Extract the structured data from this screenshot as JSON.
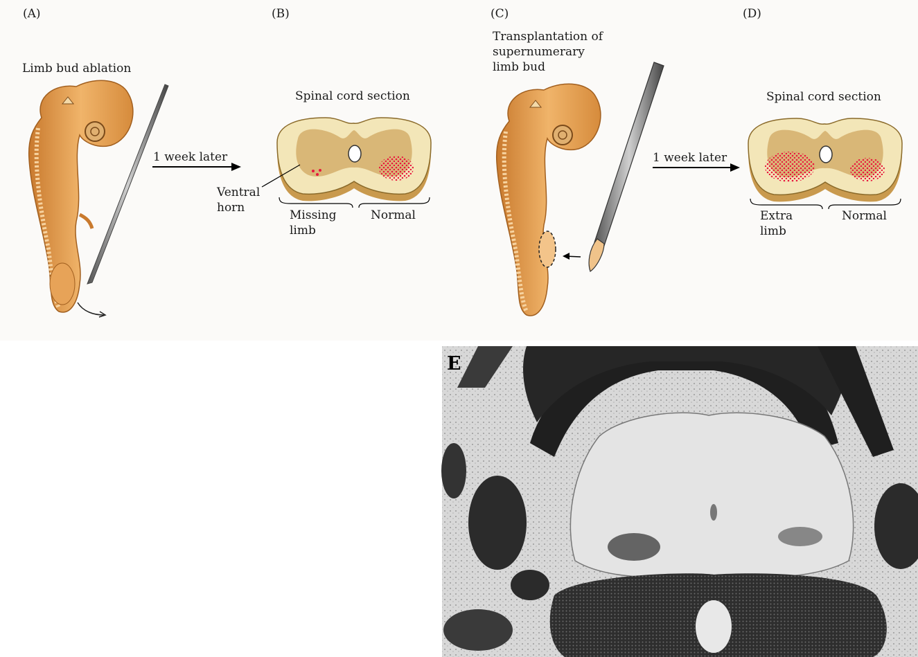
{
  "panels": {
    "a": {
      "letter": "(A)",
      "title": "Limb bud ablation"
    },
    "b": {
      "letter": "(B)",
      "title": "Spinal cord section",
      "callout": [
        "Ventral",
        "horn"
      ],
      "left_label": [
        "Missing",
        "limb"
      ],
      "right_label": "Normal"
    },
    "c": {
      "letter": "(C)",
      "title": [
        "Transplantation of",
        "supernumerary",
        "limb bud"
      ]
    },
    "d": {
      "letter": "(D)",
      "title": "Spinal cord section",
      "left_label": [
        "Extra",
        "limb"
      ],
      "right_label": "Normal"
    },
    "e": {
      "letter": "E"
    }
  },
  "arrows": {
    "ab": "1 week later",
    "cd": "1 week later"
  },
  "colors": {
    "embryo": "#e8a35a",
    "grey_matter": "#d9b777",
    "white_matter": "#f3e6b8",
    "motor_neurons": "#e8173d",
    "micrograph_dark": "#2a2a2a"
  }
}
